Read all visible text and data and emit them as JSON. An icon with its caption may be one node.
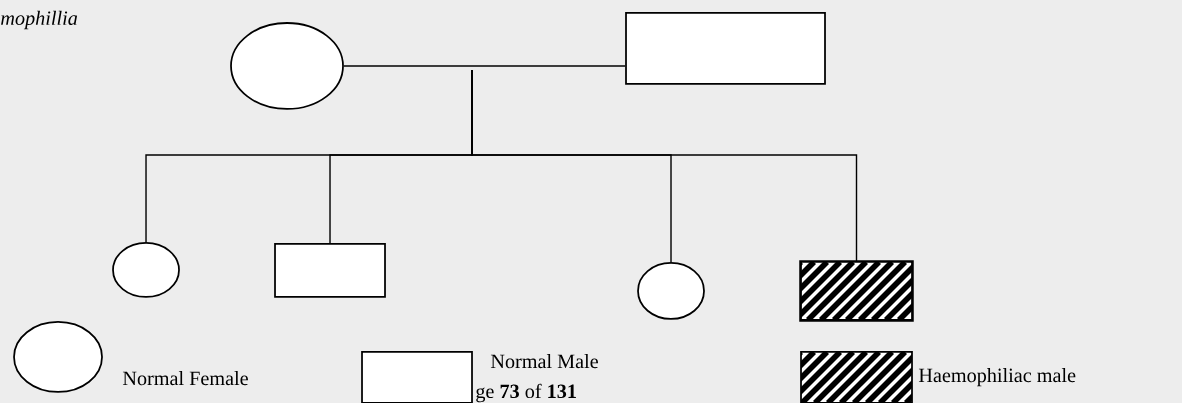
{
  "diagram": {
    "nodes": [
      {
        "text": [],
        "shape": "circle"
      },
      {
        "text": [],
        "shape": "box"
      },
      {
        "text": [],
        "shape": "circle"
      },
      {
        "text": [],
        "shape": "box"
      },
      {
        "text": [],
        "shape": "circle"
      },
      {
        "text": [],
        "shape": "box"
      }
    ],
    "edges": [
      {
        "from": 0,
        "to": 1,
        "arrow": "none"
      },
      {
        "from": null,
        "to": 2,
        "arrow": "none"
      },
      {
        "from": null,
        "to": 3,
        "arrow": "none"
      },
      {
        "from": null,
        "to": 4,
        "arrow": "none"
      },
      {
        "from": null,
        "to": 5,
        "arrow": "none"
      }
    ],
    "labels": [
      "mophillia",
      "ge **73** of **131**"
    ],
    "legend": [
      {
        "text": "Normal Female"
      },
      {
        "text": "Normal Male"
      },
      {
        "text": "Haemophiliac male"
      }
    ]
  }
}
